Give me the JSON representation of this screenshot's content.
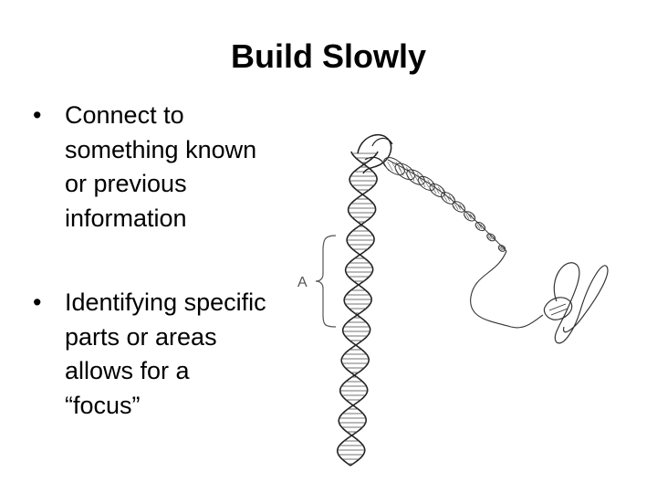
{
  "slide": {
    "title": "Build Slowly",
    "bullets": [
      "Connect to something known or previous information",
      "Identifying specific parts or areas allows for a “focus”"
    ],
    "bullet_glyph": "•"
  },
  "figure": {
    "icon": "dna-to-chromosome-icon",
    "bracket_label": "A"
  }
}
